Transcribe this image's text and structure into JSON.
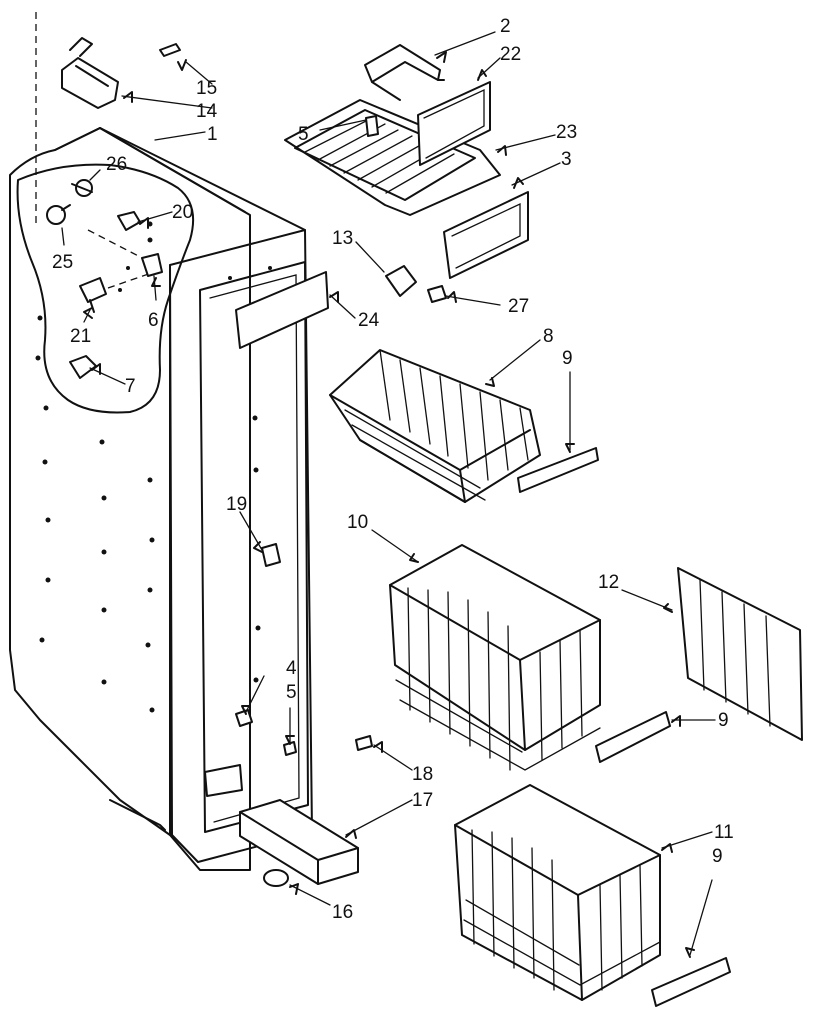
{
  "figure": {
    "labels": [
      {
        "id": "p1",
        "text": "1"
      },
      {
        "id": "p2",
        "text": "2"
      },
      {
        "id": "p22",
        "text": "22"
      },
      {
        "id": "p23",
        "text": "23"
      },
      {
        "id": "p3",
        "text": "3"
      },
      {
        "id": "p5a",
        "text": "5"
      },
      {
        "id": "p15",
        "text": "15"
      },
      {
        "id": "p14",
        "text": "14"
      },
      {
        "id": "p26",
        "text": "26"
      },
      {
        "id": "p20",
        "text": "20"
      },
      {
        "id": "p25",
        "text": "25"
      },
      {
        "id": "p6",
        "text": "6"
      },
      {
        "id": "p21",
        "text": "21"
      },
      {
        "id": "p7",
        "text": "7"
      },
      {
        "id": "p13",
        "text": "13"
      },
      {
        "id": "p27",
        "text": "27"
      },
      {
        "id": "p24",
        "text": "24"
      },
      {
        "id": "p8",
        "text": "8"
      },
      {
        "id": "p9a",
        "text": "9"
      },
      {
        "id": "p10",
        "text": "10"
      },
      {
        "id": "p12",
        "text": "12"
      },
      {
        "id": "p9b",
        "text": "9"
      },
      {
        "id": "p19",
        "text": "19"
      },
      {
        "id": "p4",
        "text": "4"
      },
      {
        "id": "p5b",
        "text": "5"
      },
      {
        "id": "p18",
        "text": "18"
      },
      {
        "id": "p17",
        "text": "17"
      },
      {
        "id": "p16",
        "text": "16"
      },
      {
        "id": "p11",
        "text": "11"
      },
      {
        "id": "p9c",
        "text": "9"
      }
    ]
  }
}
